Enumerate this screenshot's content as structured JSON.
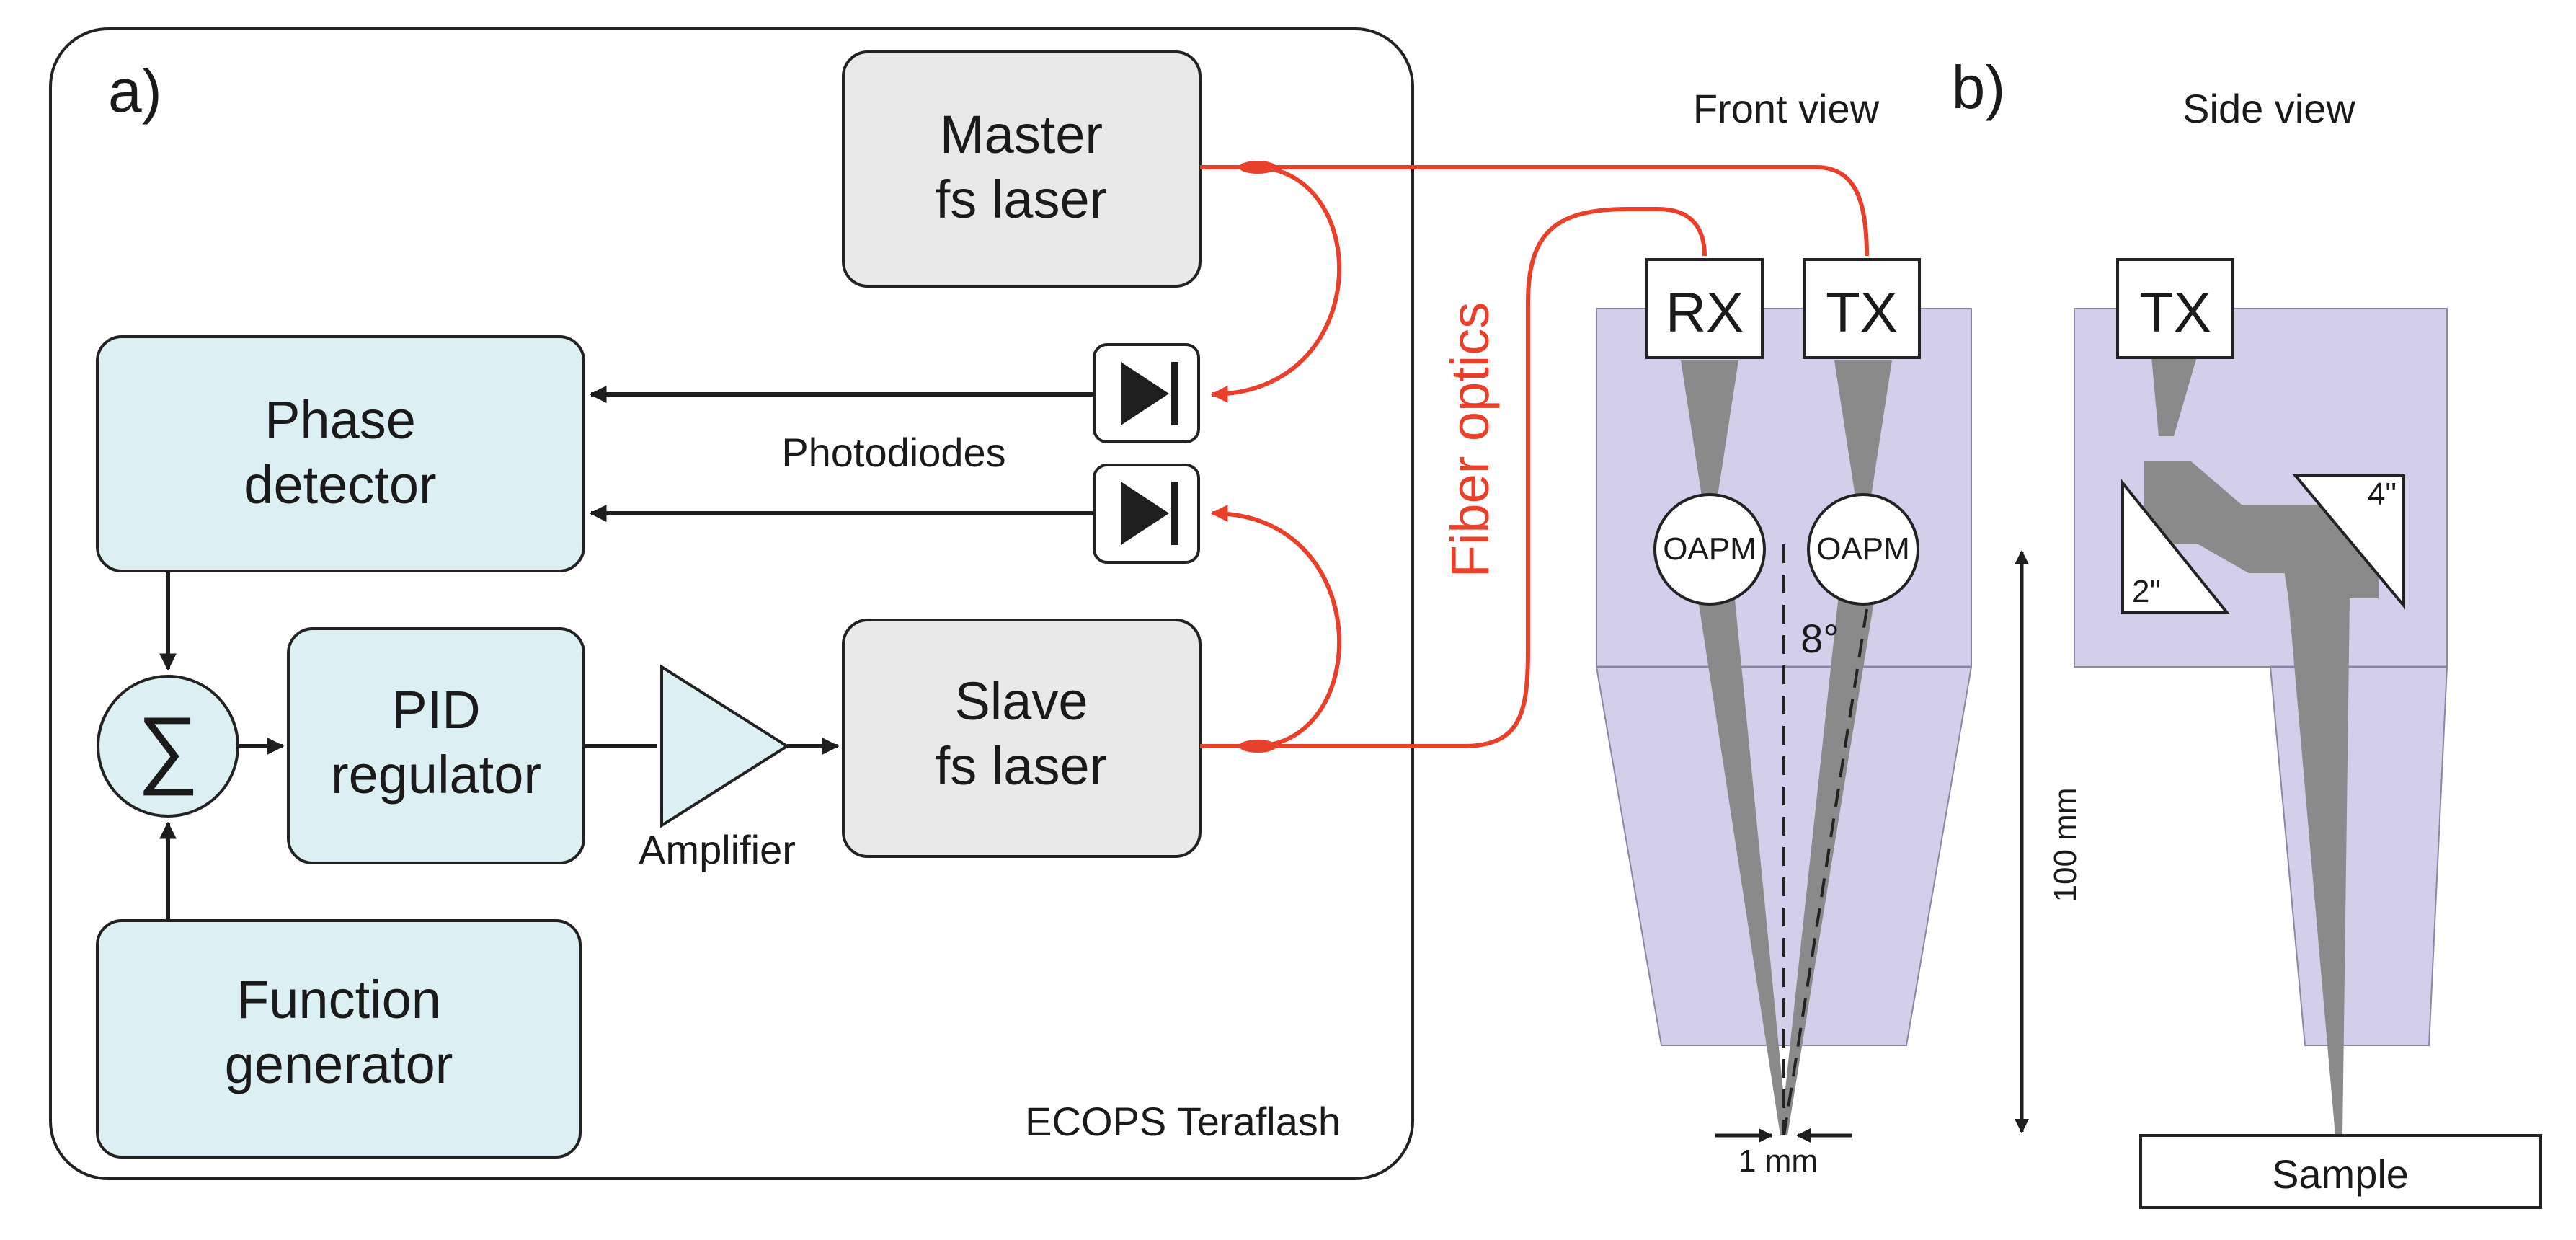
{
  "panel_a": {
    "label": "a)",
    "footer": "ECOPS Teraflash",
    "master_laser": [
      "Master",
      "fs laser"
    ],
    "slave_laser": [
      "Slave",
      "fs laser"
    ],
    "phase_detector": [
      "Phase",
      "detector"
    ],
    "pid_regulator": [
      "PID",
      "regulator"
    ],
    "function_generator": [
      "Function",
      "generator"
    ],
    "summer_symbol": "∑",
    "amplifier_label": "Amplifier",
    "photodiodes_label": "Photodiodes",
    "fiber_label": "Fiber optics"
  },
  "panel_b": {
    "label": "b)",
    "front_view": {
      "title": "Front view",
      "rx": "RX",
      "tx": "TX",
      "oapm_left": "OAPM",
      "oapm_right": "OAPM",
      "angle": "8°",
      "spot": "1 mm"
    },
    "side_view": {
      "title": "Side view",
      "tx": "TX",
      "mirror_small": "2\"",
      "mirror_large": "4\"",
      "sample": "Sample"
    },
    "scale": "100 mm"
  },
  "colors": {
    "fiber": "#e8402a",
    "housing": "#d3cfea",
    "beam": "#8a8a8a",
    "module_blue": "#dcf0f4",
    "module_gray": "#e9e9e9"
  }
}
